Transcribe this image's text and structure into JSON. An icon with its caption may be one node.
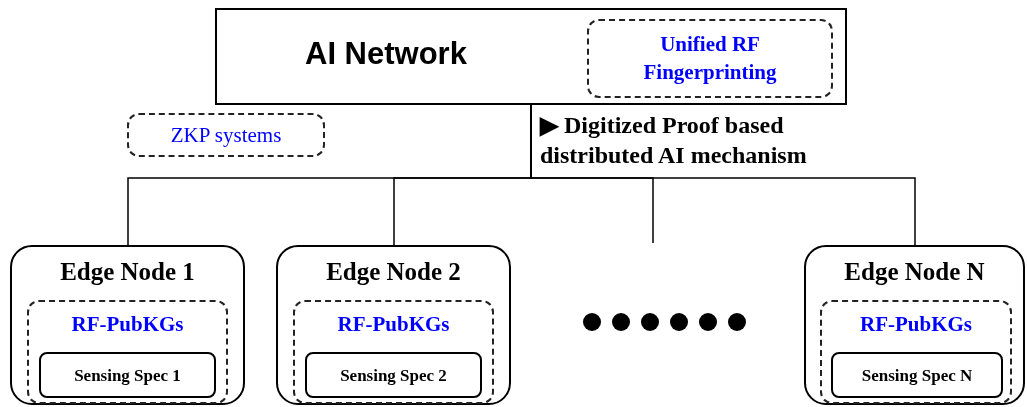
{
  "diagram": {
    "nodes": [
      {
        "text": [
          "AI Network"
        ]
      },
      {
        "text": [
          "Unified RF Fingerprinting"
        ],
        "in": 0
      },
      {
        "text": [
          "ZKP systems"
        ]
      },
      {
        "text": [
          "Edge Node 1"
        ]
      },
      {
        "text": [
          "RF-PubKGs"
        ],
        "in": 3
      },
      {
        "text": [
          "Sensing Spec 1"
        ],
        "in": 4
      },
      {
        "text": [
          "Edge Node 2"
        ]
      },
      {
        "text": [
          "RF-PubKGs"
        ],
        "in": 6
      },
      {
        "text": [
          "Sensing Spec 2"
        ],
        "in": 7
      },
      {
        "text": [
          "Edge Node N"
        ]
      },
      {
        "text": [
          "RF-PubKGs"
        ],
        "in": 9
      },
      {
        "text": [
          "Sensing Spec N"
        ],
        "in": 10
      }
    ],
    "edges": [
      {
        "from": 0,
        "to": 3,
        "arrow": "none"
      },
      {
        "from": 0,
        "to": 6,
        "arrow": "none"
      },
      {
        "from": 0,
        "to": null,
        "arrow": "none"
      },
      {
        "from": 0,
        "to": 9,
        "arrow": "none"
      }
    ],
    "labels": [
      "▶ Digitized Proof based distributed AI mechanism"
    ]
  }
}
